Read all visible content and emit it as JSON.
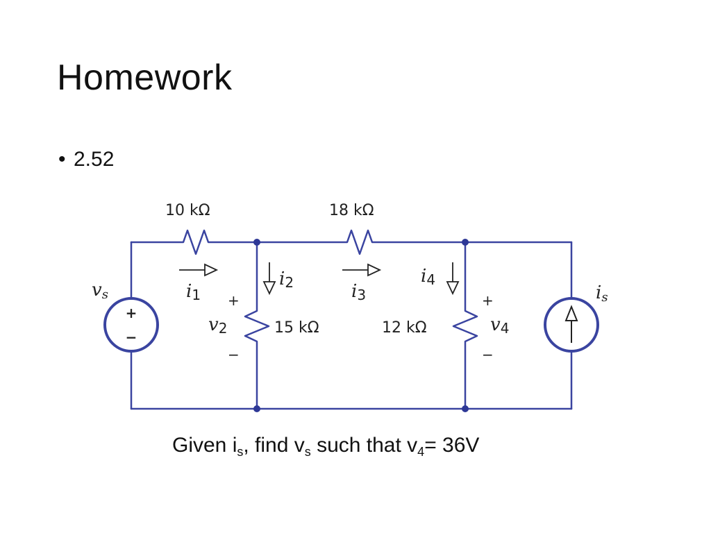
{
  "slide": {
    "title": "Homework",
    "bullet": "2.52"
  },
  "circuit": {
    "resistors": {
      "r1": "10 kΩ",
      "r2": "18 kΩ",
      "r3": "15 kΩ",
      "r4": "12 kΩ"
    },
    "labels": {
      "vs": "v",
      "vs_sub": "s",
      "is": "i",
      "is_sub": "s",
      "i1": "i",
      "i1_sub": "1",
      "i2": "i",
      "i2_sub": "2",
      "i3": "i",
      "i3_sub": "3",
      "i4": "i",
      "i4_sub": "4",
      "v2": "v",
      "v2_sub": "2",
      "v4": "v",
      "v4_sub": "4",
      "plus": "+",
      "minus": "−"
    },
    "colors": {
      "wire": "#3a44a0",
      "node": "#2e3896"
    }
  },
  "caption": {
    "prefix": "Given i",
    "sub1": "s",
    "mid1": ", find v",
    "sub2": "s",
    "mid2": " such that v",
    "sub3": "4",
    "suffix": "= 36V"
  }
}
